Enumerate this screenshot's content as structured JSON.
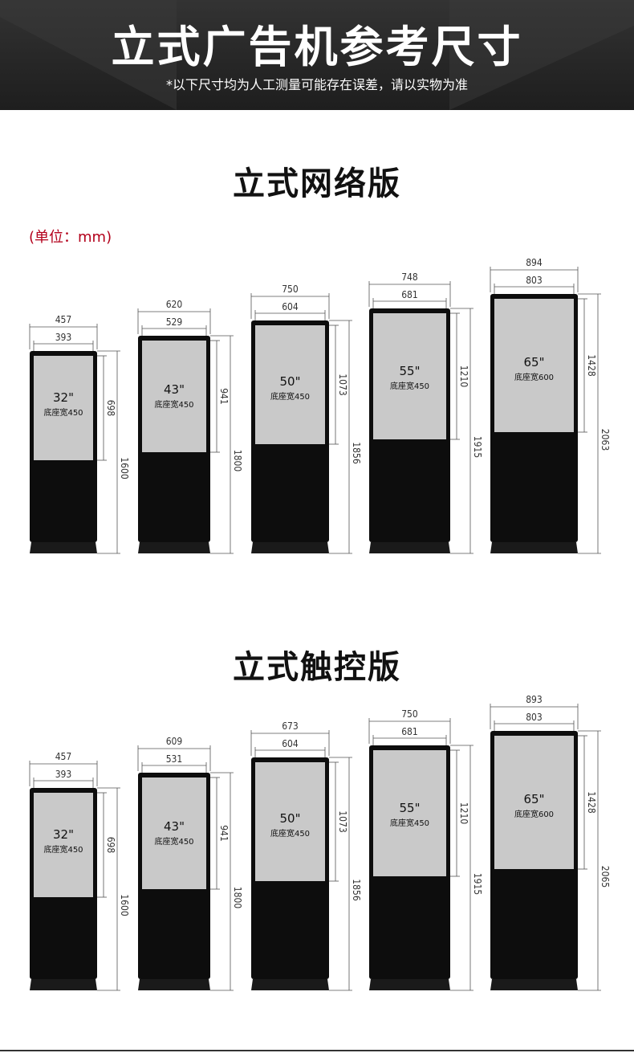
{
  "banner": {
    "title": "立式广告机参考尺寸",
    "subtitle": "*以下尺寸均为人工测量可能存在误差，请以实物为准"
  },
  "unit_note": "(单位：mm)",
  "colors": {
    "banner_bg": "#2a2a2a",
    "unit_note": "#b3001b",
    "screen": "#c9c9c9",
    "body": "#0d0d0d"
  },
  "sections": [
    {
      "title": "立式网络版",
      "models": [
        {
          "size": "32\"",
          "base": "底座宽450",
          "outer_width": "457",
          "screen_width": "393",
          "screen_height": "698",
          "total_height": "1600"
        },
        {
          "size": "43\"",
          "base": "底座宽450",
          "outer_width": "620",
          "screen_width": "529",
          "screen_height": "941",
          "total_height": "1800"
        },
        {
          "size": "50\"",
          "base": "底座宽450",
          "outer_width": "750",
          "screen_width": "604",
          "screen_height": "1073",
          "total_height": "1856"
        },
        {
          "size": "55\"",
          "base": "底座宽450",
          "outer_width": "748",
          "screen_width": "681",
          "screen_height": "1210",
          "total_height": "1915"
        },
        {
          "size": "65\"",
          "base": "底座宽600",
          "outer_width": "894",
          "screen_width": "803",
          "screen_height": "1428",
          "total_height": "2063"
        }
      ]
    },
    {
      "title": "立式触控版",
      "models": [
        {
          "size": "32\"",
          "base": "底座宽450",
          "outer_width": "457",
          "screen_width": "393",
          "screen_height": "698",
          "total_height": "1600"
        },
        {
          "size": "43\"",
          "base": "底座宽450",
          "outer_width": "609",
          "screen_width": "531",
          "screen_height": "941",
          "total_height": "1800"
        },
        {
          "size": "50\"",
          "base": "底座宽450",
          "outer_width": "673",
          "screen_width": "604",
          "screen_height": "1073",
          "total_height": "1856"
        },
        {
          "size": "55\"",
          "base": "底座宽450",
          "outer_width": "750",
          "screen_width": "681",
          "screen_height": "1210",
          "total_height": "1915"
        },
        {
          "size": "65\"",
          "base": "底座宽600",
          "outer_width": "893",
          "screen_width": "803",
          "screen_height": "1428",
          "total_height": "2065"
        }
      ]
    }
  ]
}
